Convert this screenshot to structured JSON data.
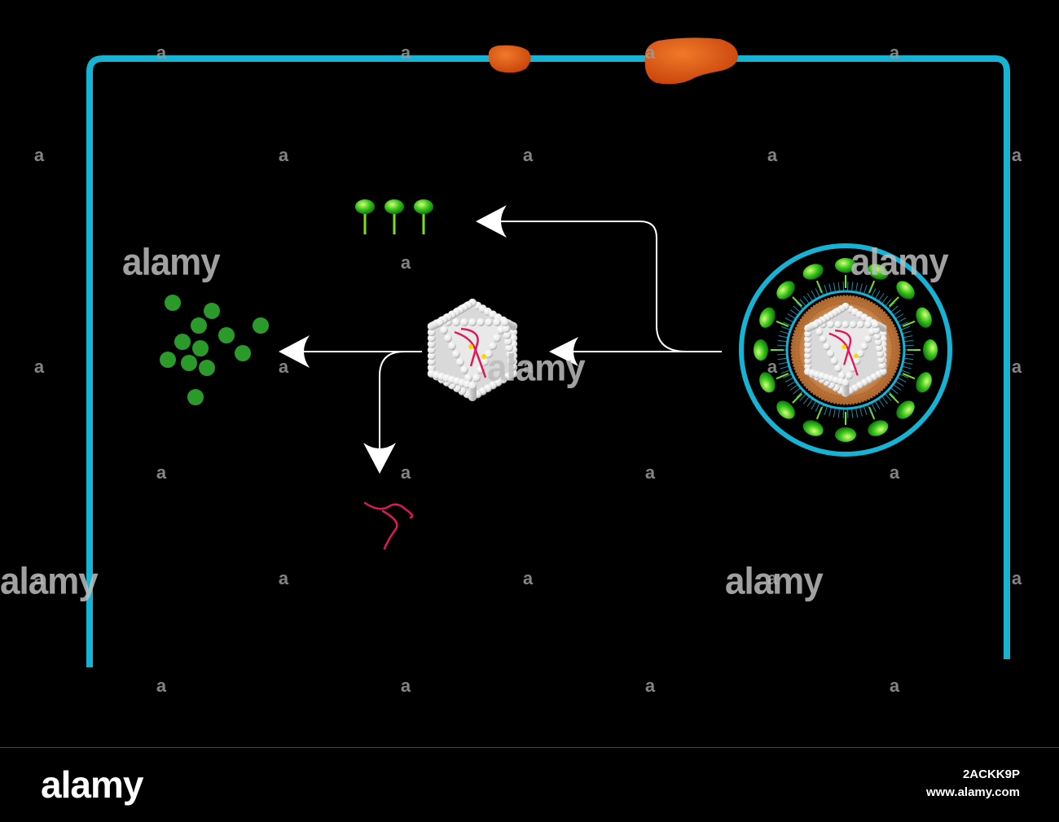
{
  "watermark": {
    "brand": "alamy",
    "small_mark": "a"
  },
  "footer": {
    "logo": "alamy",
    "image_id": "2ACKK9P",
    "url": "www.alamy.com"
  },
  "colors": {
    "background": "#000000",
    "membrane": "#17b3d4",
    "receptor": "#e3560e",
    "arrow": "#ffffff",
    "protein_green": "#2a9b2a",
    "glycoprotein_green": "#7be01c",
    "rna": "#e0175a",
    "capsid": "#f2f2f2",
    "matrix": "#c97a3a"
  },
  "icons": {
    "free-proteins": "green-dots-icon",
    "spike-glycoproteins": "glycoprotein-spike-icon",
    "capsid": "icosahedral-capsid-icon",
    "rna": "rna-strand-icon",
    "virion": "enveloped-virion-icon",
    "receptor": "membrane-receptor-icon"
  }
}
